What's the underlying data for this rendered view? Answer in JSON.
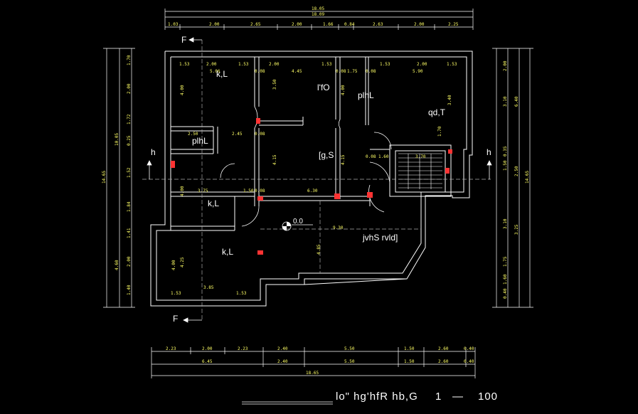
{
  "top_dims": {
    "row1": "18.05",
    "row2": "18.09",
    "row3": [
      "1.03",
      "2.00",
      "2.65",
      "2.00",
      "1.66",
      "0.84",
      "2.63",
      "2.00",
      "2.25"
    ]
  },
  "bottom_dims": {
    "row1": [
      "2.23",
      "2.00",
      "2.23",
      "2.40",
      "5.50",
      "1.50",
      "2.60",
      "0.40"
    ],
    "row2": [
      "6.45",
      "2.40",
      "5.50",
      "1.50",
      "2.60",
      "0.40"
    ],
    "row3": "18.65"
  },
  "left_dims": {
    "outer": "14.65",
    "second": "10.05",
    "third": "4.60",
    "inner": [
      "1.70",
      "2.00",
      "1.72",
      "0.25",
      "1.52",
      "1.84",
      "1.41",
      "2.00",
      "1.40"
    ]
  },
  "right_dims": {
    "outer": "14.65",
    "second": "6.40",
    "third": "3.25",
    "fourth": "2.50",
    "inner": [
      "2.00",
      "3.10",
      "0.35",
      "1.50",
      "1.75",
      "3.10",
      "1.60",
      "0.40"
    ]
  },
  "interior_dims": {
    "top": [
      "1.53",
      "2.00",
      "1.53",
      "2.00",
      "1.53",
      "1.53",
      "2.00",
      "1.53"
    ],
    "second": [
      "5.06",
      "0.08",
      "4.45",
      "0.08",
      "1.75",
      "0.08",
      "5.90"
    ],
    "vertical": [
      "4.00",
      "3.50",
      "4.00",
      "3.40",
      "4.15",
      "4.15",
      "1.70",
      "4.00",
      "4.25",
      "4.85",
      "4.00"
    ],
    "misc": [
      "2.50",
      "2.45",
      "0.08",
      "3.75",
      "6.30",
      "0.08",
      "1.60",
      "3.70",
      "3.85",
      "1.53",
      "1.53",
      "9.30",
      "0.08",
      "1.50"
    ]
  },
  "room_labels": {
    "kl_top": "k,L",
    "ofo": "l'fO",
    "pl_top": "plhL",
    "qdt": "qd,T",
    "pl_left": "plhL",
    "gs": "[g,S",
    "kl_mid": "k,L",
    "kl_bottom": "k,L",
    "terrace": "jvhS rvld]",
    "level": "0.0"
  },
  "section_marks": {
    "f_top": "F",
    "f_bottom": "F",
    "h_left": "h",
    "h_right": "h"
  },
  "title": {
    "text": "lo\" hg'hfR hb,G",
    "scale_1": "1",
    "dash": "—",
    "scale_2": "100"
  },
  "colors": {
    "background": "#000000",
    "walls": "#ffffff",
    "dims": "#ffff66",
    "hatch": "#ff3333",
    "grid": "#aaaaaa"
  }
}
